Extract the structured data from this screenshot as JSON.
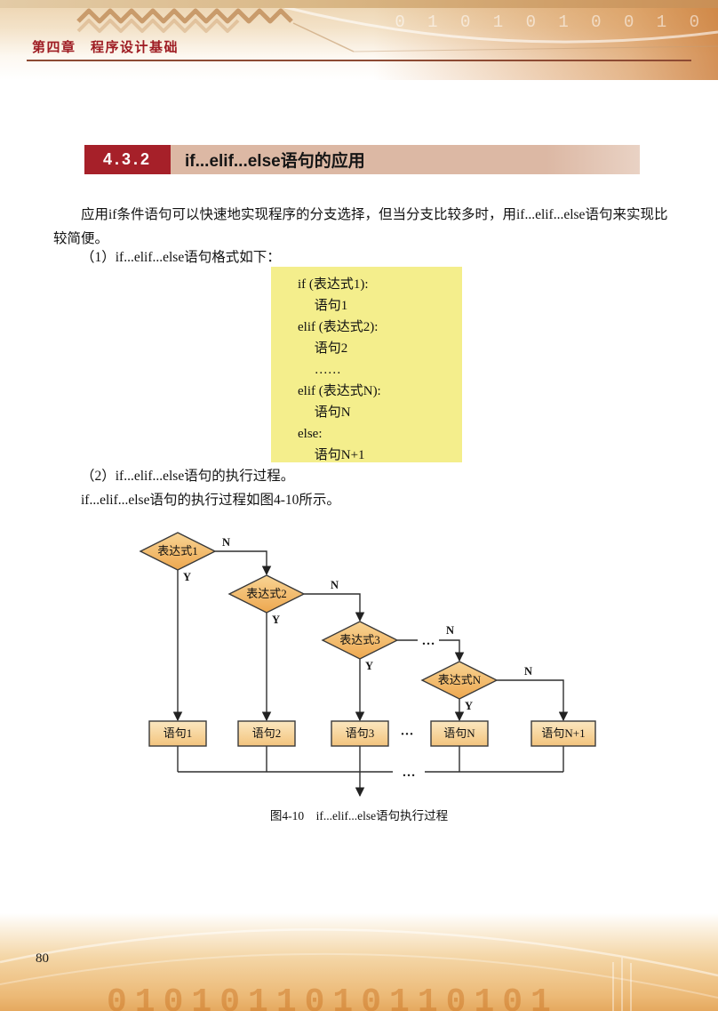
{
  "page": {
    "chapter_header": "第四章　程序设计基础",
    "page_number": "80"
  },
  "section": {
    "number": "4.3.2",
    "title": "if...elif...else语句的应用"
  },
  "paragraphs": {
    "intro": "应用if条件语句可以快速地实现程序的分支选择，但当分支比较多时，用if...elif...else语句来实现比较简便。",
    "item1": "（1）if...elif...else语句格式如下：",
    "item2": "（2）if...elif...else语句的执行过程。",
    "item2_follow": "if...elif...else语句的执行过程如图4-10所示。"
  },
  "code_block": {
    "lines": [
      "if (表达式1):",
      "     语句1",
      "elif (表达式2):",
      "     语句2",
      "     ……",
      "elif (表达式N):",
      "     语句N",
      "else:",
      "     语句N+1"
    ]
  },
  "flowchart": {
    "diamonds": [
      "表达式1",
      "表达式2",
      "表达式3",
      "表达式N"
    ],
    "boxes": [
      "语句1",
      "语句2",
      "语句3",
      "语句N",
      "语句N+1"
    ],
    "yes": "Y",
    "no": "N",
    "ellipsis_boxes": "···",
    "ellipsis_line": "…",
    "ellipsis_collector": "…",
    "caption": "图4-10　if...elif...else语句执行过程"
  },
  "decor": {
    "digits_top": "0 1 0 1 0 1 0 0 1 0",
    "digits_bottom": "0101011010110101"
  },
  "colors": {
    "chapter_red": "#9e1c23",
    "section_red": "#a62029",
    "section_bar": "#dcb8a4",
    "code_bg": "#f4ee8c",
    "diamond_fill": "#f2bb6e",
    "box_fill": "#f6d8a2",
    "flow_line": "#2f2f2f"
  }
}
